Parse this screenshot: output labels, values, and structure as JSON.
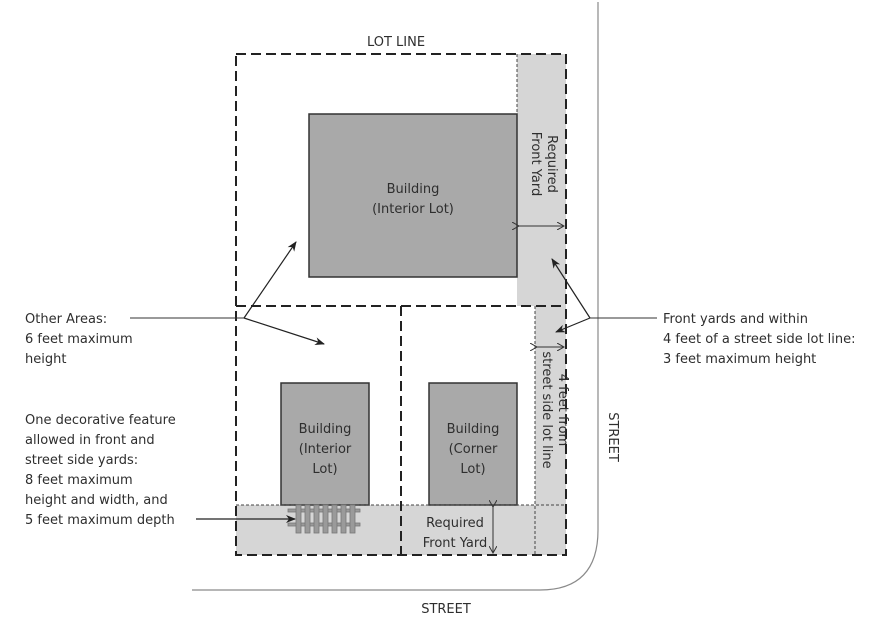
{
  "labels": {
    "lot_line": "LOT LINE",
    "street_bottom": "STREET",
    "street_right": "STREET",
    "building_top": [
      "Building",
      "(Interior Lot)"
    ],
    "building_left": [
      "Building",
      "(Interior",
      "Lot)"
    ],
    "building_right": [
      "Building",
      "(Corner",
      "Lot)"
    ],
    "required_front_yard_top": [
      "Required",
      "Front Yard"
    ],
    "required_front_yard_bottom": [
      "Required",
      "Front Yard"
    ],
    "four_feet": [
      "4 feet from",
      "street side lot line"
    ],
    "other_areas": [
      "Other Areas:",
      "6 feet maximum",
      "height"
    ],
    "front_yards": [
      "Front yards and within",
      "4 feet of a street side lot line:",
      "3 feet maximum height"
    ],
    "decorative": [
      "One decorative feature",
      "allowed in front and",
      "street side yards:",
      "8 feet maximum",
      "height and width, and",
      "5 feet maximum depth"
    ]
  },
  "colors": {
    "building": "#a9a9a9",
    "yard": "#d6d6d6",
    "line": "#222222",
    "street": "#888888",
    "fence": "#9a9a9a"
  }
}
